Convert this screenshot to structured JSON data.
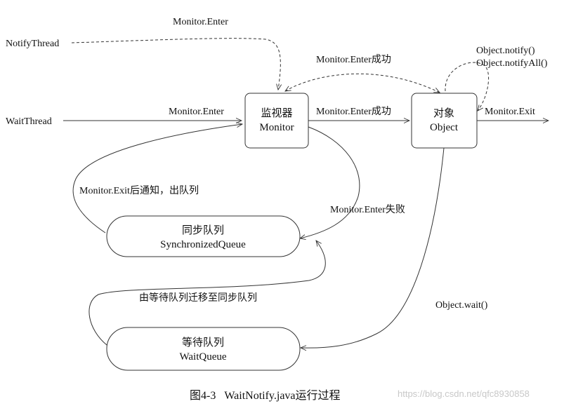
{
  "nodes": {
    "monitor": {
      "line1": "监视器",
      "line2": "Monitor"
    },
    "object": {
      "line1": "对象",
      "line2": "Object"
    },
    "sync_queue": {
      "line1": "同步队列",
      "line2": "SynchronizedQueue"
    },
    "wait_queue": {
      "line1": "等待队列",
      "line2": "WaitQueue"
    }
  },
  "threads": {
    "notify": "NotifyThread",
    "wait": "WaitThread"
  },
  "edges": {
    "notify_enter": "Monitor.Enter",
    "wait_enter": "Monitor.Enter",
    "enter_success_top": "Monitor.Enter成功",
    "enter_success_mid": "Monitor.Enter成功",
    "notify_line1": "Object.notify()",
    "notify_line2": "Object.notifyAll()",
    "exit": "Monitor.Exit",
    "exit_notify_dequeue": "Monitor.Exit后通知，出队列",
    "enter_fail": "Monitor.Enter失败",
    "move_to_sync": "由等待队列迁移至同步队列",
    "object_wait": "Object.wait()"
  },
  "caption": "图4-3   WaitNotify.java运行过程",
  "watermark": "https://blog.csdn.net/qfc8930858"
}
